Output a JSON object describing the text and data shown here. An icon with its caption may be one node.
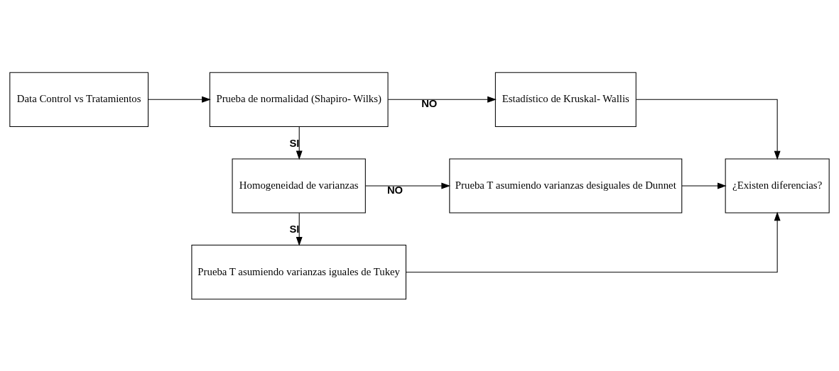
{
  "diagram": {
    "nodes": [
      {
        "text": [
          "Data Control vs Tratamientos"
        ]
      },
      {
        "text": [
          "Prueba de normalidad (Shapiro- Wilks)"
        ]
      },
      {
        "text": [
          "Estadístico de Kruskal- Wallis"
        ]
      },
      {
        "text": [
          "Homogeneidad de varianzas"
        ]
      },
      {
        "text": [
          "Prueba T asumiendo varianzas desiguales de Dunnet"
        ]
      },
      {
        "text": [
          "¿Existen diferencias?"
        ]
      },
      {
        "text": [
          "Prueba T asumiendo varianzas iguales de Tukey"
        ]
      }
    ],
    "edges": [
      {
        "from": 0,
        "to": 1,
        "arrow": "to"
      },
      {
        "from": 1,
        "to": 2,
        "arrow": "to",
        "label": "NO"
      },
      {
        "from": 2,
        "to": 5,
        "arrow": "to"
      },
      {
        "from": 1,
        "to": 3,
        "arrow": "to",
        "label": "SI"
      },
      {
        "from": 3,
        "to": 4,
        "arrow": "to",
        "label": "NO"
      },
      {
        "from": 4,
        "to": 5,
        "arrow": "to"
      },
      {
        "from": 3,
        "to": 6,
        "arrow": "to",
        "label": "SI"
      },
      {
        "from": 6,
        "to": 5,
        "arrow": "to"
      }
    ]
  }
}
